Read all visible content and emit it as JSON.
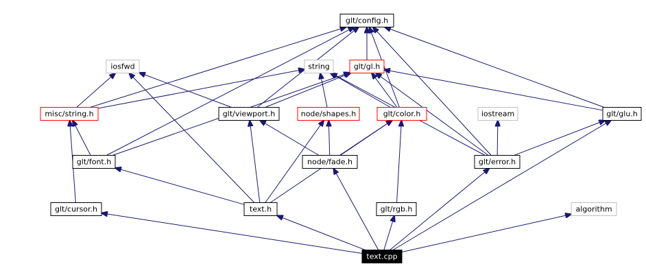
{
  "colors": {
    "edge": "#191970",
    "border_default": "#000000",
    "border_missing": "#bfbfbf",
    "border_highlight": "#ff0000",
    "root_fill": "#000000",
    "root_text": "#ffffff",
    "text": "#000000"
  },
  "nodes": [
    {
      "id": "config",
      "label": "glt/config.h",
      "style": "default"
    },
    {
      "id": "iosfwd",
      "label": "iosfwd",
      "style": "missing"
    },
    {
      "id": "string",
      "label": "string",
      "style": "missing"
    },
    {
      "id": "gl",
      "label": "glt/gl.h",
      "style": "highlight"
    },
    {
      "id": "miscstring",
      "label": "misc/string.h",
      "style": "highlight"
    },
    {
      "id": "viewport",
      "label": "glt/viewport.h",
      "style": "default"
    },
    {
      "id": "shapes",
      "label": "node/shapes.h",
      "style": "highlight"
    },
    {
      "id": "color",
      "label": "glt/color.h",
      "style": "highlight"
    },
    {
      "id": "iostream",
      "label": "iostream",
      "style": "missing"
    },
    {
      "id": "glu",
      "label": "glt/glu.h",
      "style": "default"
    },
    {
      "id": "font",
      "label": "glt/font.h",
      "style": "default"
    },
    {
      "id": "fade",
      "label": "node/fade.h",
      "style": "default"
    },
    {
      "id": "error",
      "label": "glt/error.h",
      "style": "default"
    },
    {
      "id": "cursor",
      "label": "glt/cursor.h",
      "style": "default"
    },
    {
      "id": "texth",
      "label": "text.h",
      "style": "default"
    },
    {
      "id": "rgb",
      "label": "glt/rgb.h",
      "style": "default"
    },
    {
      "id": "algorithm",
      "label": "algorithm",
      "style": "missing"
    },
    {
      "id": "textcpp",
      "label": "text.cpp",
      "style": "root"
    }
  ],
  "edges": [
    [
      "textcpp",
      "cursor"
    ],
    [
      "textcpp",
      "texth"
    ],
    [
      "textcpp",
      "fade"
    ],
    [
      "textcpp",
      "rgb"
    ],
    [
      "textcpp",
      "error"
    ],
    [
      "textcpp",
      "glu"
    ],
    [
      "textcpp",
      "algorithm"
    ],
    [
      "cursor",
      "miscstring"
    ],
    [
      "miscstring",
      "iosfwd"
    ],
    [
      "miscstring",
      "string"
    ],
    [
      "miscstring",
      "config"
    ],
    [
      "texth",
      "font"
    ],
    [
      "texth",
      "viewport"
    ],
    [
      "texth",
      "shapes"
    ],
    [
      "texth",
      "color"
    ],
    [
      "texth",
      "iosfwd"
    ],
    [
      "font",
      "miscstring"
    ],
    [
      "font",
      "gl"
    ],
    [
      "font",
      "config"
    ],
    [
      "viewport",
      "iosfwd"
    ],
    [
      "viewport",
      "gl"
    ],
    [
      "viewport",
      "config"
    ],
    [
      "fade",
      "viewport"
    ],
    [
      "fade",
      "shapes"
    ],
    [
      "fade",
      "color"
    ],
    [
      "shapes",
      "string"
    ],
    [
      "color",
      "gl"
    ],
    [
      "color",
      "string"
    ],
    [
      "color",
      "config"
    ],
    [
      "rgb",
      "color"
    ],
    [
      "error",
      "iostream"
    ],
    [
      "error",
      "string"
    ],
    [
      "error",
      "gl"
    ],
    [
      "error",
      "config"
    ],
    [
      "error",
      "glu"
    ],
    [
      "glu",
      "gl"
    ],
    [
      "glu",
      "config"
    ],
    [
      "gl",
      "config"
    ]
  ]
}
